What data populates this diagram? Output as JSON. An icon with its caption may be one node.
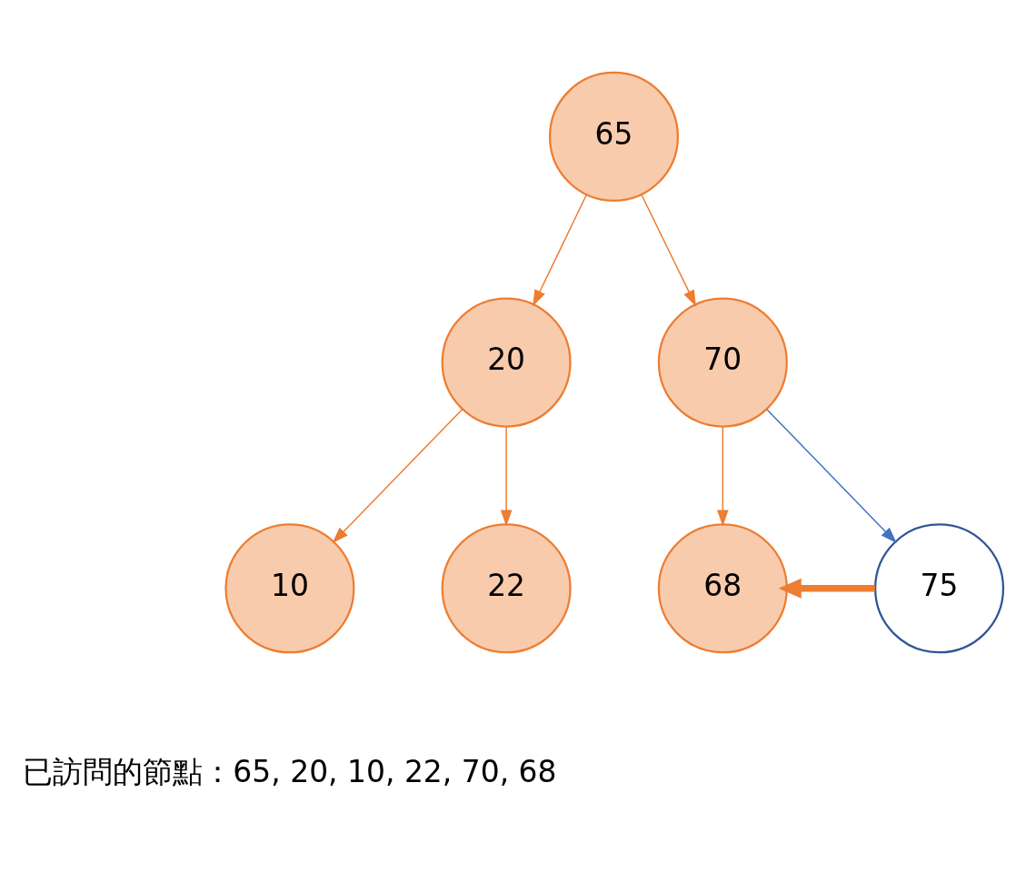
{
  "diagram": {
    "nodes": [
      {
        "text": [
          "65"
        ]
      },
      {
        "text": [
          "20"
        ]
      },
      {
        "text": [
          "70"
        ]
      },
      {
        "text": [
          "10"
        ]
      },
      {
        "text": [
          "22"
        ]
      },
      {
        "text": [
          "68"
        ]
      },
      {
        "text": [
          "75"
        ]
      }
    ],
    "edges": [
      {
        "from": 0,
        "to": 1,
        "arrow": "to"
      },
      {
        "from": 0,
        "to": 2,
        "arrow": "to"
      },
      {
        "from": 1,
        "to": 3,
        "arrow": "to"
      },
      {
        "from": 1,
        "to": 4,
        "arrow": "to"
      },
      {
        "from": 2,
        "to": 5,
        "arrow": "to"
      },
      {
        "from": 2,
        "to": 6,
        "arrow": "to",
        "color": "#4472c4"
      },
      {
        "from": 6,
        "to": 5,
        "arrow": "to",
        "style": "thick"
      }
    ],
    "labels": [
      "已訪問的節點：65, 20, 10, 22, 70, 68"
    ]
  }
}
